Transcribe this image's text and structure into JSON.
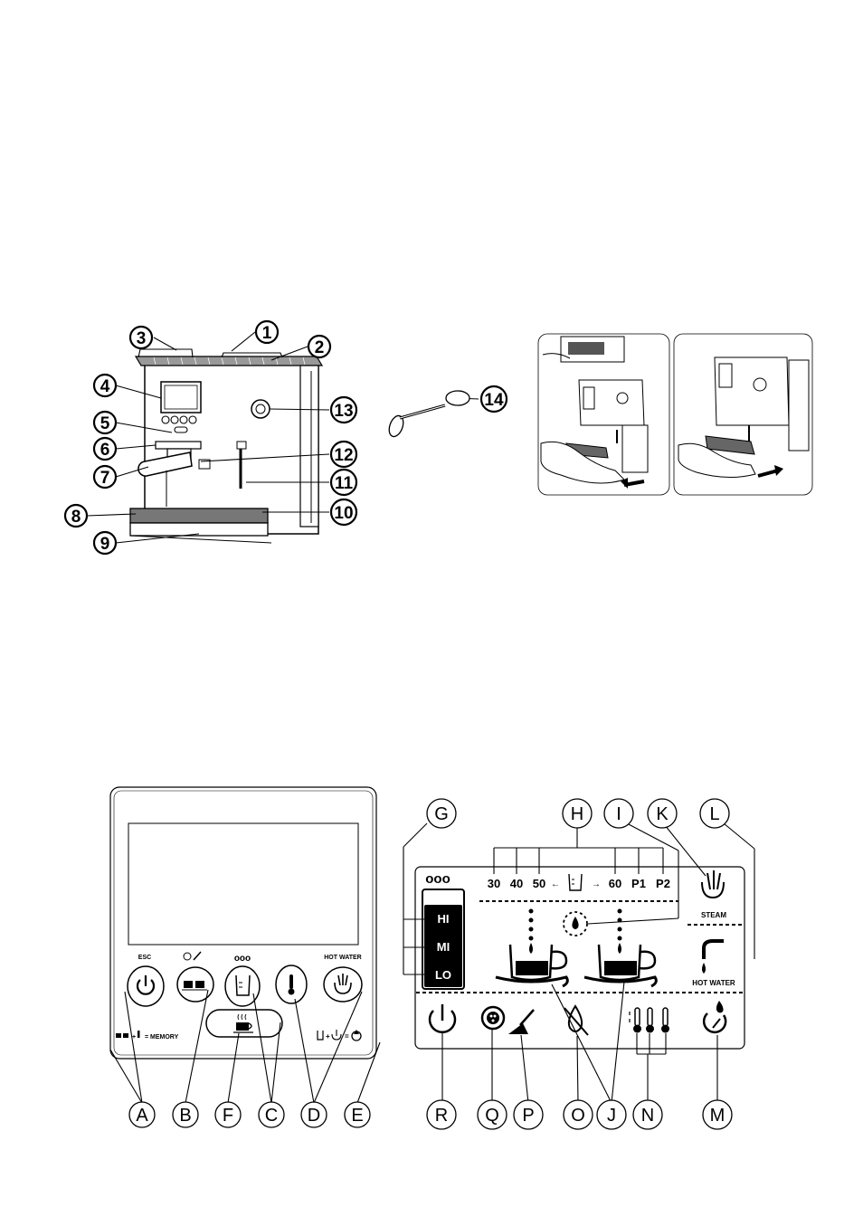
{
  "machine_callouts": [
    "1",
    "2",
    "3",
    "4",
    "5",
    "6",
    "7",
    "8",
    "9",
    "10",
    "11",
    "12",
    "13",
    "14"
  ],
  "panel": {
    "esc_label": "ESC",
    "hot_water_label": "HOT WATER",
    "water_level_icon": "ooo",
    "memory_formula": "= MEMORY",
    "bottom_letters": [
      "A",
      "B",
      "F",
      "C",
      "D",
      "E"
    ]
  },
  "lcd": {
    "volumes": [
      "30",
      "40",
      "50",
      "60",
      "P1",
      "P2"
    ],
    "level_labels": [
      "HI",
      "MI",
      "LO"
    ],
    "steam_label": "STEAM",
    "hot_water_label": "HOT WATER",
    "water_level_icon": "ooo",
    "top_letters": [
      "G",
      "H",
      "I",
      "K",
      "L"
    ],
    "bottom_letters": [
      "R",
      "Q",
      "P",
      "O",
      "J",
      "N",
      "M"
    ]
  },
  "icons": [
    "power-icon",
    "descale-icon",
    "water-level-icon",
    "temperature-icon",
    "steam-icon",
    "espresso-cup-icon",
    "drop-icon",
    "no-water-icon",
    "tap-icon"
  ]
}
